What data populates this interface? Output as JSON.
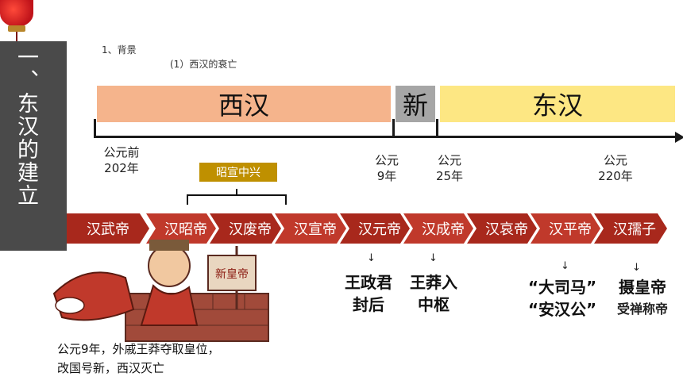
{
  "sidebar": {
    "title": "一、东汉的建立"
  },
  "heading": {
    "section": "1、背景",
    "subsection": "(1）西汉的衰亡"
  },
  "eras": {
    "west": "西汉",
    "xin": "新",
    "east": "东汉"
  },
  "timeline": {
    "ticks": [
      {
        "line1": "公元前",
        "line2": "202年"
      },
      {
        "line1": "公元",
        "line2": "9年"
      },
      {
        "line1": "公元",
        "line2": "25年"
      },
      {
        "line1": "公元",
        "line2": "220年"
      }
    ]
  },
  "zhaoxuan": "昭宣中兴",
  "emperors": [
    "汉武帝",
    "汉昭帝",
    "汉废帝",
    "汉宣帝",
    "汉元帝",
    "汉成帝",
    "汉哀帝",
    "汉平帝",
    "汉孺子"
  ],
  "emperor_colors": {
    "base": "#c0392b",
    "dark": "#a8281c"
  },
  "events": {
    "arrow": "↓",
    "yuan": {
      "line1": "王政君",
      "line2": "封后"
    },
    "cheng": {
      "line1": "王莽入",
      "line2": "中枢"
    },
    "ping": {
      "line1": "“大司马”",
      "line2": "“安汉公”"
    },
    "ruzi": {
      "line1": "摄皇帝",
      "line2": "受禅称帝"
    }
  },
  "caption": {
    "line1": "公元9年，外戚王莽夺取皇位，",
    "line2": "改国号新，西汉灭亡"
  },
  "illustration": {
    "banner_text": "新皇帝",
    "icon": "wang-mang-cartoon"
  }
}
